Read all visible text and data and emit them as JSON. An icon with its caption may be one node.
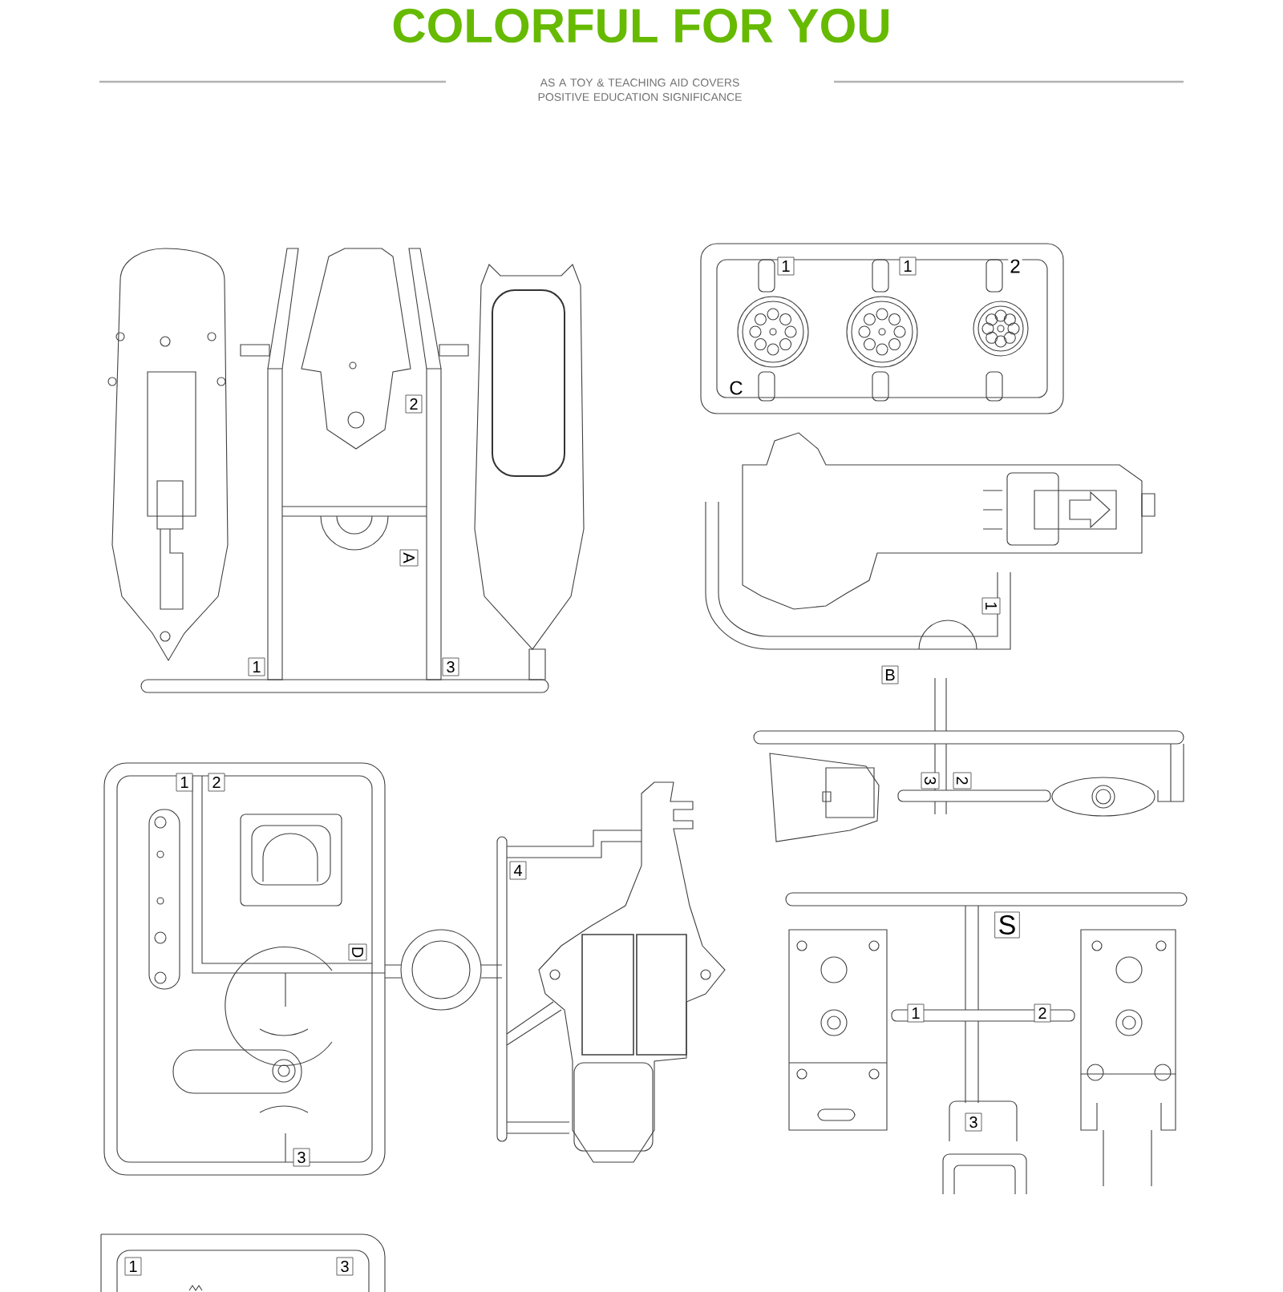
{
  "diagram": {
    "title": "COLORFUL FOR YOU",
    "labels": [
      "AS A TOY & TEACHING AID COVERS POSITIVE EDUCATION SIGNIFICANCE",
      "2",
      "A",
      "1",
      "3",
      "1",
      "1",
      "2",
      "C",
      "1",
      "B",
      "3",
      "2",
      "1",
      "2",
      "D",
      "4",
      "3",
      "S",
      "1",
      "2",
      "3",
      "1",
      "3"
    ]
  }
}
